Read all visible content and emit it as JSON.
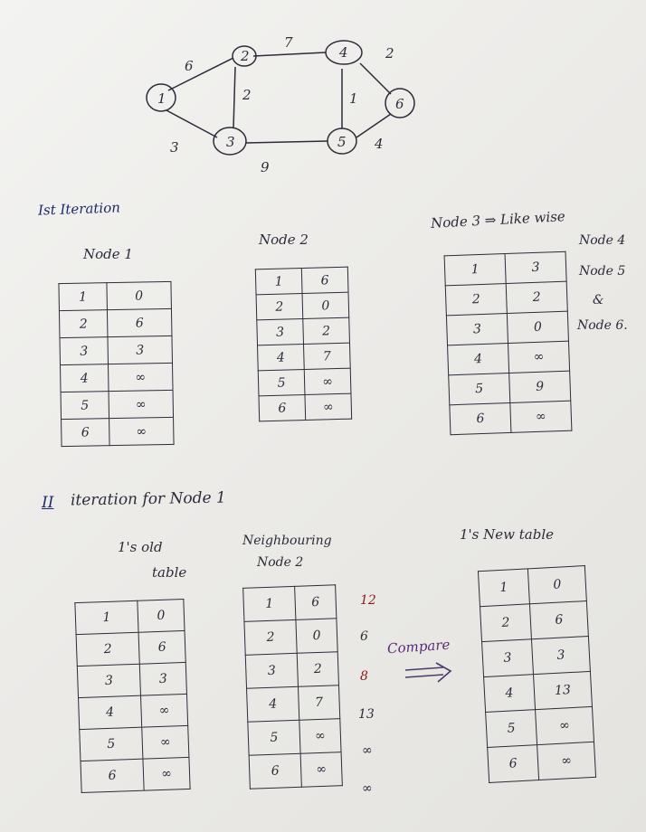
{
  "graph": {
    "nodes": [
      "1",
      "2",
      "3",
      "4",
      "5",
      "6"
    ],
    "edges": [
      {
        "from": "1",
        "to": "2",
        "weight": "6"
      },
      {
        "from": "2",
        "to": "4",
        "weight": "7"
      },
      {
        "from": "4",
        "to": "6",
        "weight": "2"
      },
      {
        "from": "2",
        "to": "3",
        "weight": "2"
      },
      {
        "from": "4",
        "to": "5",
        "weight": "1"
      },
      {
        "from": "1",
        "to": "3",
        "weight": "3"
      },
      {
        "from": "3",
        "to": "5",
        "weight": "9"
      },
      {
        "from": "5",
        "to": "6",
        "weight": "4"
      }
    ]
  },
  "section1": {
    "heading": "Ist Iteration",
    "node1_title": "Node 1",
    "node2_title": "Node 2",
    "node3_title": "Node 3 ⇒ Like wise",
    "likewise": [
      "Node 4",
      "Node 5",
      "&",
      "Node 6."
    ],
    "node1_table": [
      [
        "1",
        "0"
      ],
      [
        "2",
        "6"
      ],
      [
        "3",
        "3"
      ],
      [
        "4",
        "∞"
      ],
      [
        "5",
        "∞"
      ],
      [
        "6",
        "∞"
      ]
    ],
    "node2_table": [
      [
        "1",
        "6"
      ],
      [
        "2",
        "0"
      ],
      [
        "3",
        "2"
      ],
      [
        "4",
        "7"
      ],
      [
        "5",
        "∞"
      ],
      [
        "6",
        "∞"
      ]
    ],
    "node3_table": [
      [
        "1",
        "3"
      ],
      [
        "2",
        "2"
      ],
      [
        "3",
        "0"
      ],
      [
        "4",
        "∞"
      ],
      [
        "5",
        "9"
      ],
      [
        "6",
        "∞"
      ]
    ]
  },
  "section2": {
    "heading_numeral": "II",
    "heading": "iteration for Node 1",
    "old_title_line1": "1's old",
    "old_title_line2": "table",
    "neigh_title_line1": "Neighbouring",
    "neigh_title_line2": "Node 2",
    "new_title": "1's New table",
    "compare": "Compare",
    "old_table": [
      [
        "1",
        "0"
      ],
      [
        "2",
        "6"
      ],
      [
        "3",
        "3"
      ],
      [
        "4",
        "∞"
      ],
      [
        "5",
        "∞"
      ],
      [
        "6",
        "∞"
      ]
    ],
    "neigh_table": [
      [
        "1",
        "6"
      ],
      [
        "2",
        "0"
      ],
      [
        "3",
        "2"
      ],
      [
        "4",
        "7"
      ],
      [
        "5",
        "∞"
      ],
      [
        "6",
        "∞"
      ]
    ],
    "neigh_sums": [
      "12",
      "6",
      "8",
      "13",
      "∞",
      "∞"
    ],
    "new_table": [
      [
        "1",
        "0"
      ],
      [
        "2",
        "6"
      ],
      [
        "3",
        "3"
      ],
      [
        "4",
        "13"
      ],
      [
        "5",
        "∞"
      ],
      [
        "6",
        "∞"
      ]
    ]
  },
  "colors": {
    "ink": "#2c2c3a",
    "red": "#8b1a1a",
    "purple": "#5a2a7a",
    "blue": "#1d2a6b"
  }
}
